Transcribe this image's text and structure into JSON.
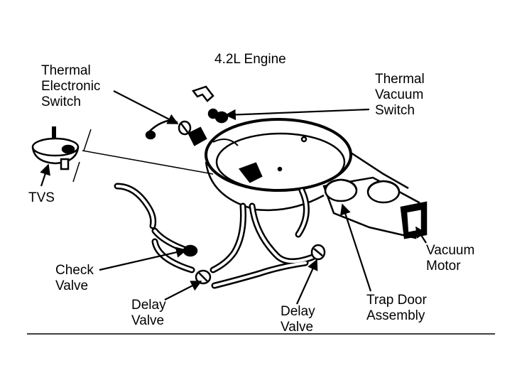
{
  "title": "4.2L Engine",
  "labels": {
    "thermal_electronic_switch": [
      "Thermal",
      "Electronic",
      "Switch"
    ],
    "thermal_vacuum_switch": [
      "Thermal",
      "Vacuum",
      "Switch"
    ],
    "tvs": "TVS",
    "check_valve": [
      "Check",
      "Valve"
    ],
    "delay_valve_left": [
      "Delay",
      "Valve"
    ],
    "delay_valve_right": [
      "Delay",
      "Valve"
    ],
    "trap_door_assembly": [
      "Trap Door",
      "Assembly"
    ],
    "vacuum_motor": [
      "Vacuum",
      "Motor"
    ]
  },
  "colors": {
    "ink": "#000000",
    "paper": "#ffffff"
  }
}
